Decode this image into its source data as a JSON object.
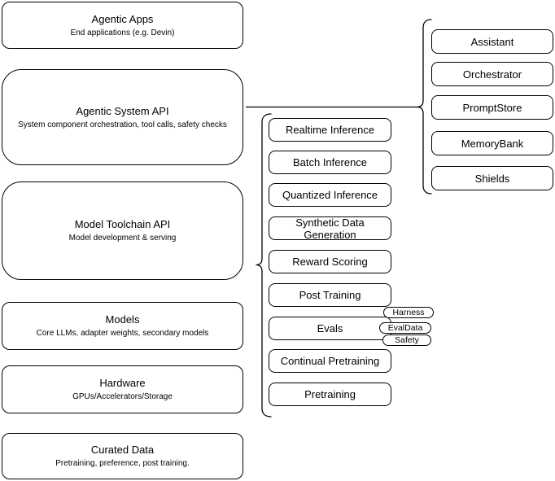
{
  "canvas": {
    "background": "#ffffff",
    "stroke_color": "#000000",
    "fill_color": "#ffffff",
    "text_color": "#000000"
  },
  "stack": [
    {
      "title": "Agentic Apps",
      "subtitle": "End applications (e.g. Devin)"
    },
    {
      "title": "Agentic System API",
      "subtitle": "System component orchestration, tool calls, safety checks"
    },
    {
      "title": "Model Toolchain API",
      "subtitle": "Model development & serving"
    },
    {
      "title": "Models",
      "subtitle": "Core LLMs, adapter weights, secondary models"
    },
    {
      "title": "Hardware",
      "subtitle": "GPUs/Accelerators/Storage"
    },
    {
      "title": "Curated Data",
      "subtitle": "Pretraining, preference, post training."
    }
  ],
  "toolchain_items": [
    {
      "label": "Realtime Inference"
    },
    {
      "label": "Batch Inference"
    },
    {
      "label": "Quantized Inference"
    },
    {
      "label": "Synthetic Data Generation"
    },
    {
      "label": "Reward Scoring"
    },
    {
      "label": "Post Training"
    },
    {
      "label": "Evals"
    },
    {
      "label": "Continual Pretraining"
    },
    {
      "label": "Pretraining"
    }
  ],
  "evals_tags": [
    {
      "label": "Harness"
    },
    {
      "label": "EvalData"
    },
    {
      "label": "Safety"
    }
  ],
  "system_items": [
    {
      "label": "Assistant"
    },
    {
      "label": "Orchestrator"
    },
    {
      "label": "PromptStore"
    },
    {
      "label": "MemoryBank"
    },
    {
      "label": "Shields"
    }
  ]
}
